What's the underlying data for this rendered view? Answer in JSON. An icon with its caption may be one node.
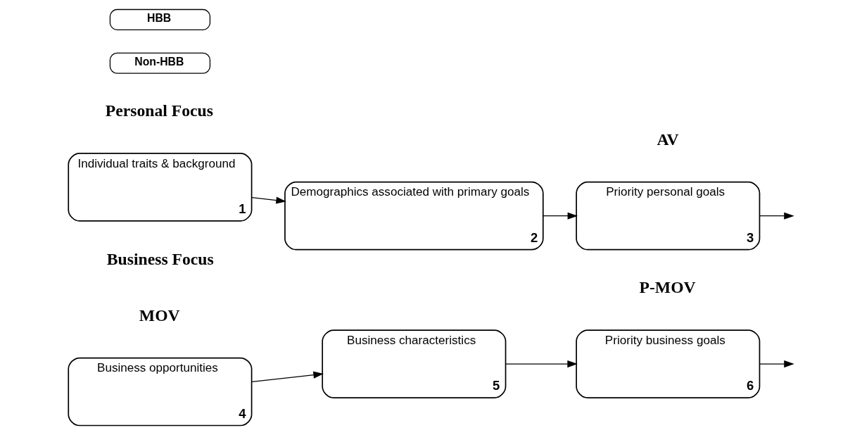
{
  "diagram": {
    "nodes": [
      {
        "text": [
          "Individual traits & background",
          "1"
        ]
      },
      {
        "text": [
          "Demographics associated with primary goals",
          "2"
        ]
      },
      {
        "text": [
          "Priority personal goals",
          "3"
        ]
      },
      {
        "text": [
          "Business opportunities",
          "4"
        ]
      },
      {
        "text": [
          "Business characteristics",
          "5"
        ]
      },
      {
        "text": [
          "Priority business goals",
          "6"
        ]
      },
      {
        "text": [
          "HBB"
        ]
      },
      {
        "text": [
          "Non-HBB"
        ]
      }
    ],
    "edges": [
      {
        "from": 0,
        "to": 1,
        "arrow": "to"
      },
      {
        "from": 1,
        "to": 2,
        "arrow": "to"
      },
      {
        "from": 3,
        "to": 4,
        "arrow": "to"
      },
      {
        "from": 4,
        "to": 5,
        "arrow": "to"
      },
      {
        "from": 2,
        "to": null,
        "arrow": "to"
      },
      {
        "from": 5,
        "to": null,
        "arrow": "to"
      }
    ],
    "labels": [
      "Personal Focus",
      "AV",
      "Business Focus",
      "MOV",
      "P-MOV"
    ]
  }
}
